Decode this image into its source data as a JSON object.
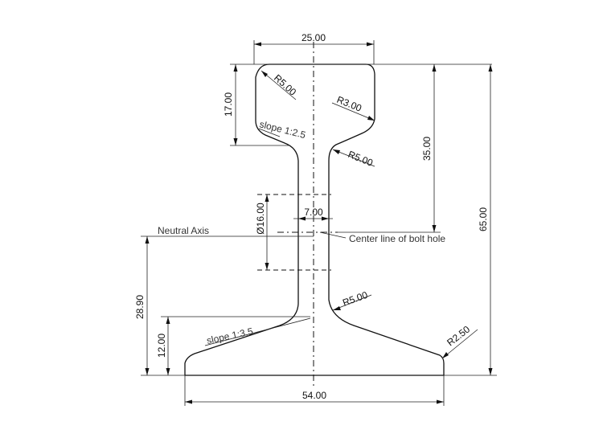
{
  "dimensions": {
    "head_width": "25.00",
    "head_height": "17.00",
    "head_top_radius": "R5.00",
    "head_side_radius": "R3.00",
    "web_upper_radius": "R5.00",
    "height_to_bolt": "35.00",
    "total_height": "65.00",
    "bolt_hole_dia": "Ø16.00",
    "web_thickness": "7.00",
    "neutral_axis_height": "28.90",
    "web_lower_radius": "R5.00",
    "flange_edge_radius": "R2.50",
    "flange_height": "12.00",
    "base_width": "54.00"
  },
  "labels": {
    "slope_upper": "slope 1:2.5",
    "slope_lower": "slope 1:3.5",
    "neutral_axis": "Neutral Axis",
    "bolt_center": "Center line of bolt hole"
  }
}
